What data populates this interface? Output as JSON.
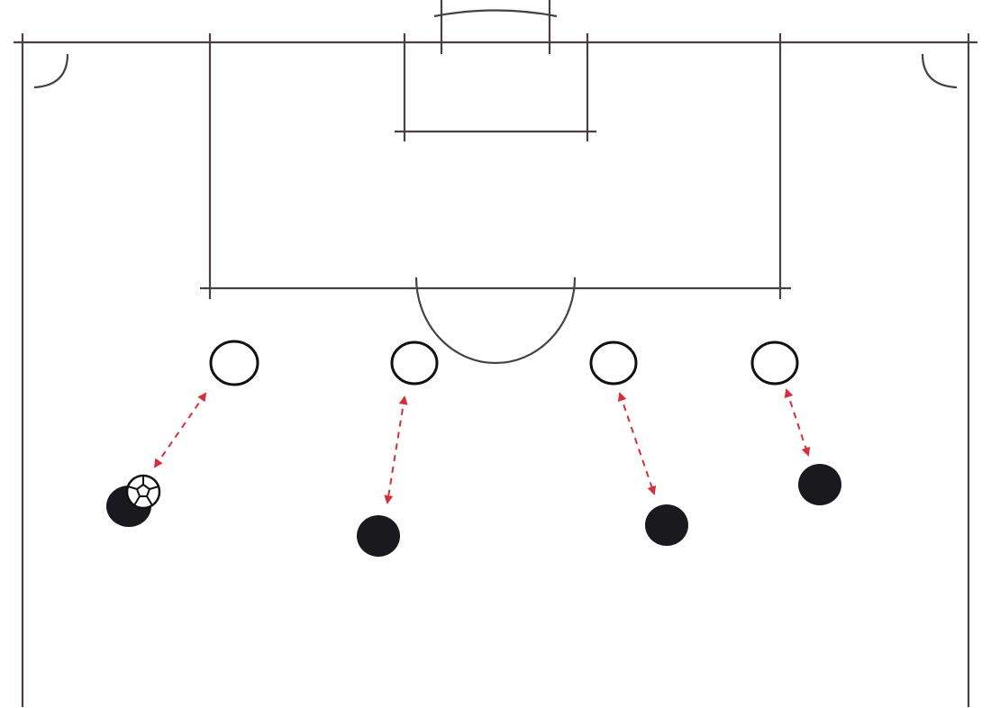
{
  "diagram": {
    "subject": "soccer-marking-drill",
    "colors": {
      "pitch_lines": "#4a3f41",
      "defender_outline": "#111111",
      "attacker_fill": "#1a1a1e",
      "marking_arrow": "#d3303c",
      "background": "#ffffff"
    },
    "defenders_count": 4,
    "attackers_count": 4,
    "ball_carrier": 1
  }
}
